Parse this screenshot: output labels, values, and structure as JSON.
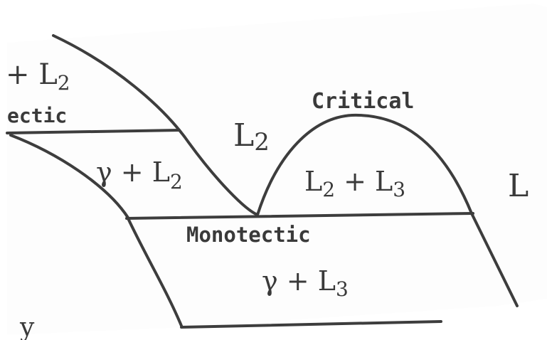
{
  "diagram": {
    "labels": {
      "gamma_l2_top": {
        "prefix": "+ L",
        "sub": "2"
      },
      "eutectic_partial": "ectic",
      "l2_region": {
        "main": "L",
        "sub": "2"
      },
      "critical": "Critical",
      "gamma_l2": {
        "prefix": "γ + L",
        "sub": "2"
      },
      "l2_l3": {
        "a": "L",
        "a_sub": "2",
        "mid": " + L",
        "b_sub": "3"
      },
      "l3_right": "L",
      "monotectic": "Monotectic",
      "gamma_l3": {
        "prefix": "γ + L",
        "sub": "3"
      },
      "gamma_bottom": "y"
    },
    "colors": {
      "ink": "#3d3d3d",
      "paper": "#fdfdfd",
      "border": "#ffffff"
    }
  }
}
